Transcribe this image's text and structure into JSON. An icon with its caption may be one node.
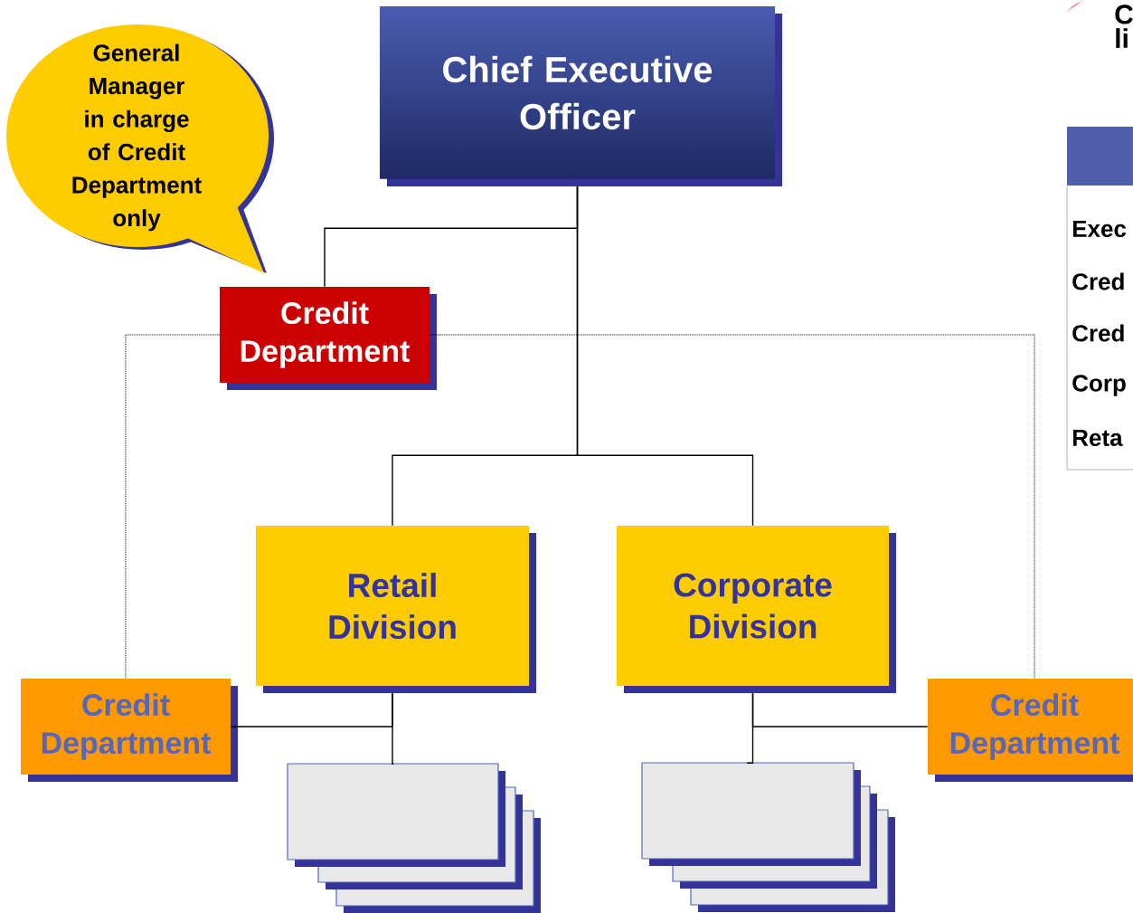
{
  "diagram": {
    "nodes": [
      {
        "text": [
          "Chief Executive Officer"
        ]
      },
      {
        "text": [
          "General Manager in charge of Credit Department only"
        ]
      },
      {
        "text": [
          "Credit Department"
        ]
      },
      {
        "text": [
          "Retail Division"
        ]
      },
      {
        "text": [
          "Corporate Division"
        ]
      },
      {
        "text": [
          "Credit Department"
        ]
      },
      {
        "text": [
          "Credit Department"
        ]
      },
      {
        "text": [],
        "shape": "box"
      },
      {
        "text": [],
        "shape": "box"
      }
    ],
    "edges": [
      {
        "from": 0,
        "to": 2,
        "arrow": "none"
      },
      {
        "from": 0,
        "to": 3,
        "arrow": "none"
      },
      {
        "from": 0,
        "to": 4,
        "arrow": "none"
      },
      {
        "from": 2,
        "to": 5,
        "arrow": "none",
        "style": "dashed"
      },
      {
        "from": 2,
        "to": 6,
        "arrow": "none",
        "style": "dashed"
      },
      {
        "from": 3,
        "to": 7,
        "arrow": "none"
      },
      {
        "from": 5,
        "to": 3,
        "arrow": "none"
      },
      {
        "from": 4,
        "to": 8,
        "arrow": "none"
      },
      {
        "from": 6,
        "to": 4,
        "arrow": "none"
      }
    ],
    "labels": [
      "C",
      "li",
      "Exec",
      "Cred",
      "Cred",
      "Corp",
      "Reta"
    ]
  }
}
